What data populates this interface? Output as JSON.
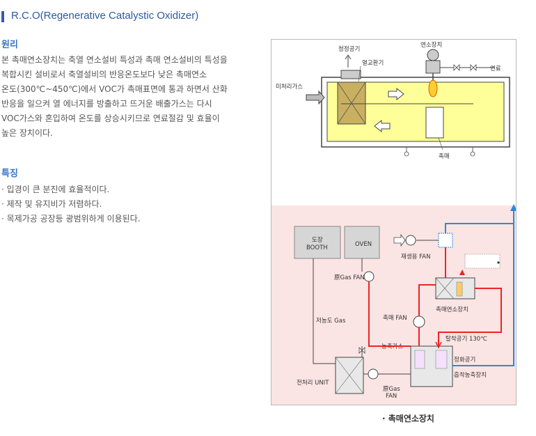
{
  "header": {
    "title": "R.C.O(Regenerative Catalystic Oxidizer)"
  },
  "principle": {
    "heading": "원리",
    "lines": [
      "본 촉매연소장치는 축열 연소설비 특성과 촉매 연소설비의 특성을",
      "복합시킨 설비로서 축열설비의 반응온도보다 낮은 촉매연소",
      "온도(300℃~450℃)에서 VOC가 촉매표면에 통과 하면서 산화",
      "반응을 일으켜 열 에너지를 방출하고 뜨거운 배출가스는 다시",
      "VOC가스와 혼입하여 온도를 상승시키므로 연료절감 및 효율이",
      "높은 장치이다."
    ]
  },
  "features": {
    "heading": "특징",
    "items": [
      "· 입경이 큰 분진에 효율적이다.",
      "· 제작 및 유지비가 저렴하다.",
      "· 목제가공 공장등 광범위하게 이용된다."
    ]
  },
  "diagram_top": {
    "clean_air": "청정공기",
    "heat_exchanger": "열교환기",
    "burner": "연소장치",
    "fuel": "연료",
    "untreated_gas": "미처리가스",
    "catalyst": "촉매"
  },
  "diagram_bottom": {
    "booth": "도장",
    "booth_en": "BOOTH",
    "oven": "OVEN",
    "regen_fan": "재생용 FAN",
    "raw_gas_fan": "原Gas FAN",
    "catalyst_combustor": "촉매연소장치",
    "low_conc_gas": "저농도 Gas",
    "catalyst_fan": "촉매 FAN",
    "desorb_air": "탈착공기 130℃",
    "conc_gas": "농축가스",
    "clean_air": "정화공기",
    "pretreat": "전처리 UNIT",
    "raw_gas_fan2": "原Gas",
    "raw_gas_fan2_b": "FAN",
    "adsorb_conc": "흡착농축장치"
  },
  "caption": "· 촉매연소장치",
  "colors": {
    "title": "#2a5aa0",
    "heading": "#3b73c6",
    "reactor_fill": "#ffff99",
    "pink_bg": "#fbe4e4",
    "hot_line": "#ee2222",
    "cool_line": "#2a8ad8"
  }
}
